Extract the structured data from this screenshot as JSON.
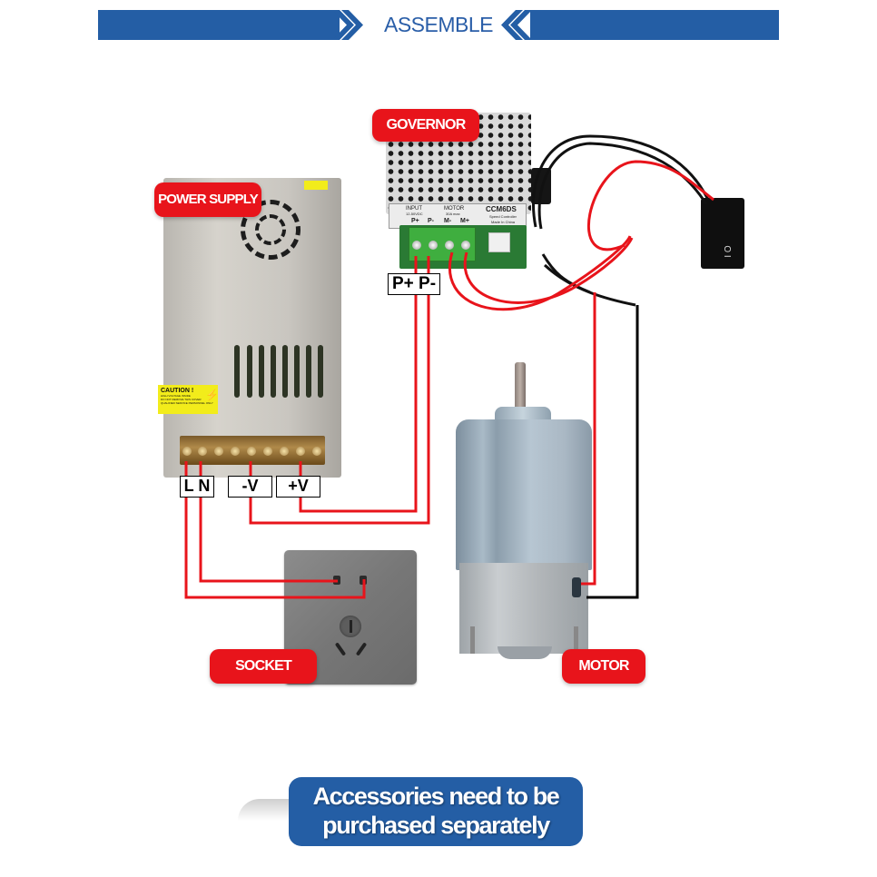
{
  "header": {
    "title": "ASSEMBLE",
    "color": "#245ea5"
  },
  "components": {
    "power_supply": {
      "label": "POWER SUPPLY",
      "caution_title": "CAUTION !",
      "caution_lines": [
        "HIGH VOLTAGE INSIDE",
        "DO NOT REMOVE THIS COVER",
        "QUALIFIED SERVICE PERSONNEL ONLY"
      ],
      "terminals": {
        "l": "L",
        "n": "N",
        "neg_v": "-V",
        "pos_v": "+V"
      }
    },
    "governor": {
      "label": "GOVERNOR",
      "model": "CCM6DS",
      "model_sub": "Speed Controller",
      "origin": "Made In China",
      "input_label": "INPUT",
      "input_range": "12-50VDC",
      "motor_label": "MOTOR",
      "motor_rating": "30A max",
      "pins": [
        "P+",
        "P-",
        "M-",
        "M+"
      ],
      "terminals": {
        "p_pos": "P+",
        "p_neg": "P-"
      }
    },
    "switch": {
      "face": "O I"
    },
    "socket": {
      "label": "SOCKET"
    },
    "motor": {
      "label": "MOTOR"
    }
  },
  "wire_colors": {
    "red": "#e8141b",
    "black": "#000000"
  },
  "footer_note": {
    "line1": "Accessories need to be",
    "line2": "purchased separately"
  }
}
